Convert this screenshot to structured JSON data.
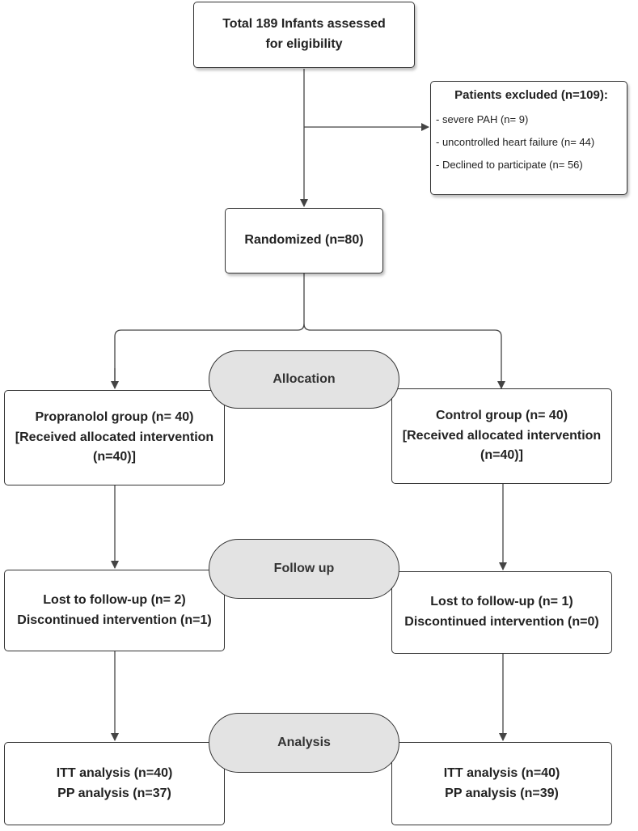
{
  "enrollment": {
    "assessed": [
      "Total 189 Infants assessed",
      "for eligibility"
    ],
    "excluded_title": "Patients excluded (n=109):",
    "excluded_items": [
      "- severe PAH (n= 9)",
      "- uncontrolled heart failure (n= 44)",
      "- Declined to participate (n= 56)"
    ],
    "randomized": "Randomized (n=80)"
  },
  "stages": {
    "allocation": "Allocation",
    "follow_up": "Follow up",
    "analysis": "Analysis"
  },
  "propranolol": {
    "allocation": [
      "Propranolol group (n= 40)",
      "[Received allocated intervention",
      "(n=40)]"
    ],
    "follow_up": [
      "Lost to follow-up (n= 2)",
      "Discontinued intervention (n=1)"
    ],
    "analysis": [
      "ITT analysis (n=40)",
      "PP analysis (n=37)"
    ]
  },
  "control": {
    "allocation": [
      "Control group (n= 40)",
      "[Received allocated intervention",
      "(n=40)]"
    ],
    "follow_up": [
      "Lost to follow-up (n= 1)",
      "Discontinued intervention (n=0)"
    ],
    "analysis": [
      "ITT analysis (n=40)",
      "PP analysis (n=39)"
    ]
  },
  "colors": {
    "line": "#444444",
    "stage_fill": "#e3e3e3"
  }
}
